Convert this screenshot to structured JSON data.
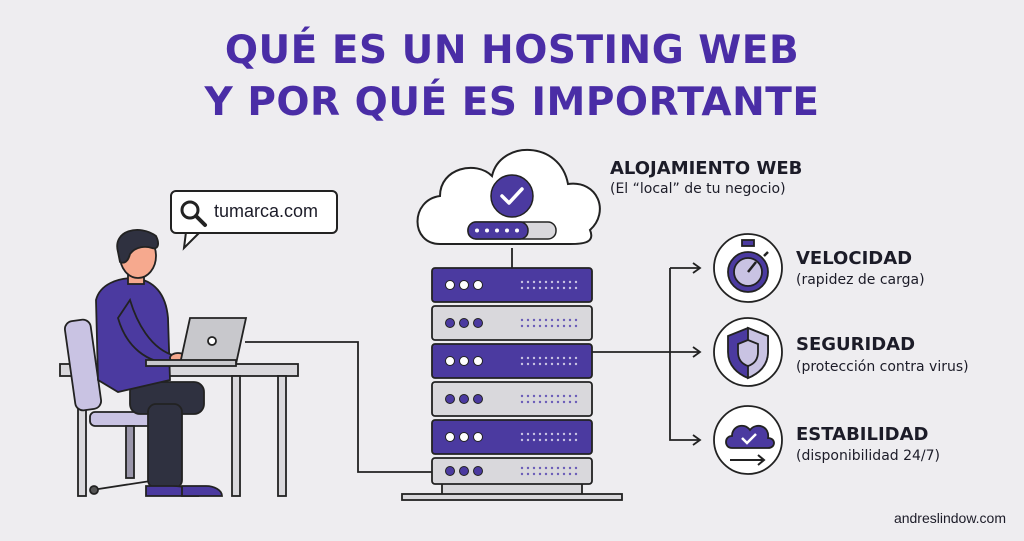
{
  "title": {
    "line1": "QUÉ ES UN HOSTING WEB",
    "line2": "Y POR QUÉ ES IMPORTANTE"
  },
  "search_bubble": {
    "text": "tumarca.com",
    "icon": "search-icon"
  },
  "hosting": {
    "heading": "ALOJAMIENTO WEB",
    "subtitle": "(El “local” de tu negocio)",
    "icon": "cloud-check-icon"
  },
  "features": [
    {
      "heading": "VELOCIDAD",
      "description": "(rapidez de carga)",
      "icon": "stopwatch-icon"
    },
    {
      "heading": "SEGURIDAD",
      "description": "(protección contra virus)",
      "icon": "shield-icon"
    },
    {
      "heading": "ESTABILIDAD",
      "description": "(disponibilidad 24/7)",
      "icon": "cloud-check-icon"
    }
  ],
  "footer": {
    "credit": "andreslindow.com"
  },
  "colors": {
    "primary_purple": "#4a2da6",
    "server_purple": "#4b3aa0",
    "server_gray": "#d9d8dc",
    "outline": "#222222",
    "background": "#eeedf0"
  }
}
